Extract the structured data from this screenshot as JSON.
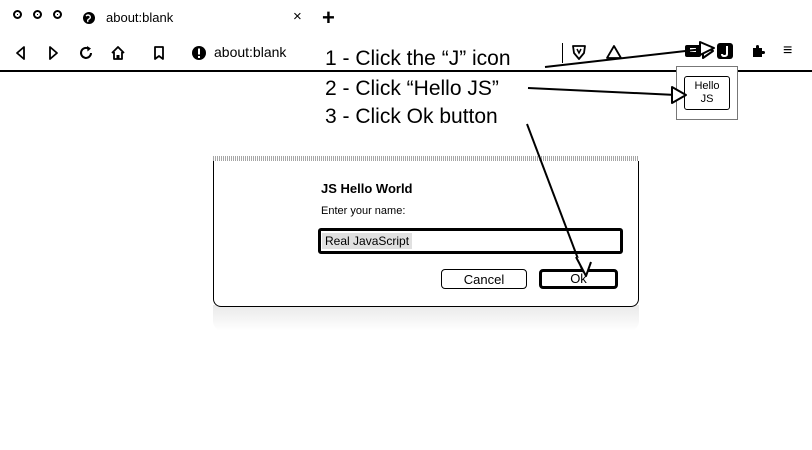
{
  "browser": {
    "tab_title": "about:blank",
    "tab_close": "×",
    "new_tab": "+",
    "url": "about:blank",
    "menu": "≡",
    "icons": [
      "back-icon",
      "forward-icon",
      "reload-icon",
      "home-icon",
      "bookmark-icon",
      "info-icon",
      "shield-icon",
      "warning-triangle-icon",
      "extension-icon",
      "j-extension-icon",
      "puzzle-icon",
      "menu-icon"
    ]
  },
  "extension_popup": {
    "button_label_line1": "Hello",
    "button_label_line2": "JS"
  },
  "dialog": {
    "title": "JS Hello World",
    "label": "Enter your name:",
    "input_value": "Real JavaScript",
    "cancel_label": "Cancel",
    "ok_label": "Ok"
  },
  "annotations": {
    "step1": "1 - Click the “J” icon",
    "step2": "2 - Click “Hello JS”",
    "step3": "3 - Click Ok button"
  },
  "colors": {
    "ink": "#000000",
    "background": "#ffffff"
  }
}
